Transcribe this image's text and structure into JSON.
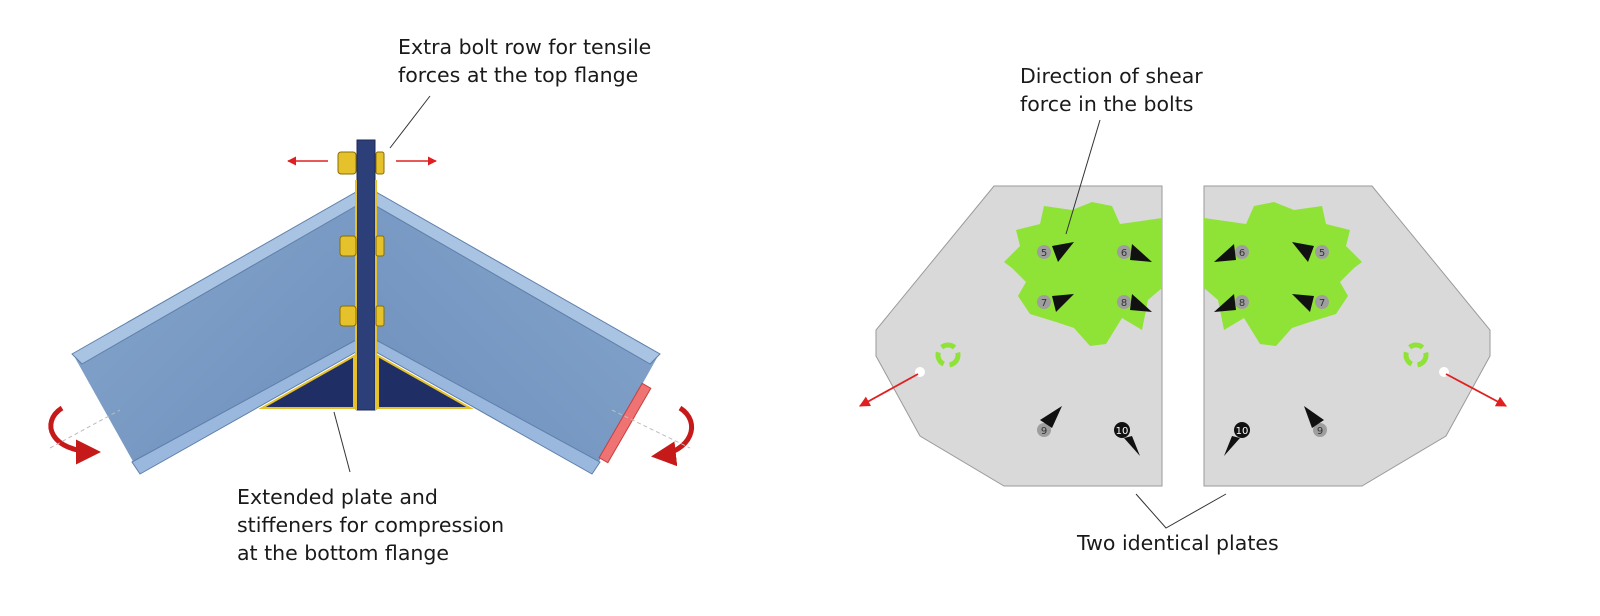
{
  "annotations": {
    "extra_bolt_row": [
      "Extra bolt row for tensile",
      "forces at the top flange"
    ],
    "extended_plate": [
      "Extended plate and",
      "stiffeners for compression",
      "at the bottom flange"
    ],
    "shear_direction": [
      "Direction of shear",
      "force in the bolts"
    ],
    "two_plates": "Two identical plates"
  },
  "bolts": {
    "left_plate": [
      "5",
      "6",
      "7",
      "8",
      "9",
      "10"
    ],
    "right_plate": [
      "6",
      "5",
      "8",
      "7",
      "10",
      "9"
    ]
  },
  "colors": {
    "beam_web": "#7b9cc5",
    "beam_flange": "#8fb0d8",
    "end_plate": "#2c3f78",
    "stiffener": "#1f2f66",
    "bolt": "#e5c12b",
    "force_arrow": "#e02020",
    "moment_arrow": "#c61a1a",
    "plate": "#d9d9d9",
    "plate_stress": "#8fe336",
    "bolt_grey": "#9e9e9e",
    "bolt_black": "#111111"
  }
}
